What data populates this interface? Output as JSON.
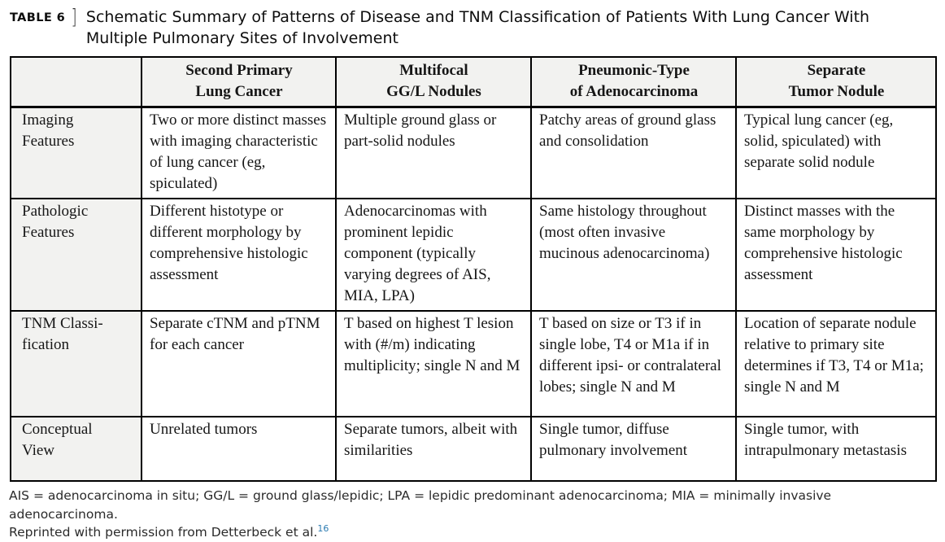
{
  "colors": {
    "header_bg": "#f2f2f0",
    "border": "#000000",
    "citation_link": "#2b7bb1"
  },
  "title": {
    "table_label": "TABLE 6",
    "bracket": "]",
    "text": "Schematic Summary of Patterns of Disease and TNM Classification of Patients With Lung Cancer With Multiple Pulmonary Sites of Involvement"
  },
  "table": {
    "column_headers": [
      "",
      "Second Primary\nLung Cancer",
      "Multifocal\nGG/L Nodules",
      "Pneumonic-Type\nof Adenocarcinoma",
      "Separate\nTumor Nodule"
    ],
    "rows": [
      {
        "label": "Imaging\nFeatures",
        "cells": [
          "Two or more distinct masses with imaging characteristic of lung cancer (eg, spiculated)",
          "Multiple ground glass or part-solid nodules",
          "Patchy areas of ground glass and consolidation",
          "Typical lung cancer (eg, solid, spiculated) with separate solid nodule"
        ]
      },
      {
        "label": "Pathologic\nFeatures",
        "cells": [
          "Different histotype or different morphology by comprehensive histologic assessment",
          "Adenocarcinomas with prominent lepidic component (typically varying degrees of AIS, MIA, LPA)",
          "Same histology throughout (most often invasive mucinous adenocarcinoma)",
          "Distinct masses with the same morphology by comprehensive histologic assessment"
        ]
      },
      {
        "label": "TNM Classi-\nfication",
        "cells": [
          "Separate cTNM and pTNM for each cancer",
          "T based on highest T lesion with (#/m) indicating multiplicity; single N and M",
          "T based on size or T3 if in single lobe, T4 or M1a if in different ipsi- or contralateral lobes; single N and M",
          "Location of separate nodule relative to primary site determines if T3, T4 or M1a; single N and M"
        ]
      },
      {
        "label": "Conceptual\nView",
        "cells": [
          "Unrelated tumors",
          "Separate tumors, albeit with similarities",
          "Single tumor, diffuse pulmonary involvement",
          "Single tumor, with intrapulmonary metastasis"
        ]
      }
    ]
  },
  "footnote": {
    "abbreviations": "AIS = adenocarcinoma in situ; GG/L = ground glass/lepidic; LPA = lepidic predominant adenocarcinoma; MIA = minimally invasive adenocarcinoma.",
    "reprint": "Reprinted with permission from Detterbeck et al.",
    "citation_ref": "16"
  }
}
